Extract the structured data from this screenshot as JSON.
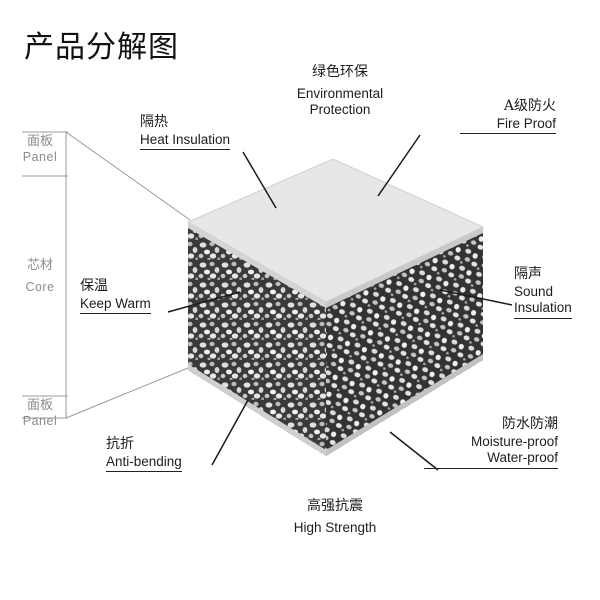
{
  "title": "产品分解图",
  "side_labels": {
    "panel_top": {
      "zh": "面板",
      "en": "Panel"
    },
    "core": {
      "zh": "芯材",
      "en": "Core"
    },
    "panel_bottom": {
      "zh": "面板",
      "en": "Panel"
    }
  },
  "features": {
    "environmental": {
      "zh": "绿色环保",
      "en_line1": "Environmental",
      "en_line2": "Protection"
    },
    "heat": {
      "zh": "隔热",
      "en": "Heat Insulation"
    },
    "fire": {
      "zh": "A级防火",
      "en": "Fire Proof"
    },
    "keep_warm": {
      "zh": "保温",
      "en": "Keep Warm"
    },
    "sound": {
      "zh": "隔声",
      "en_line1": "Sound",
      "en_line2": "Insulation"
    },
    "anti_bending": {
      "zh": "抗折",
      "en": "Anti-bending"
    },
    "moisture": {
      "zh": "防水防潮",
      "en_line1": "Moisture-proof",
      "en_line2": "Water-proof"
    },
    "strength": {
      "zh": "高强抗震",
      "en": "High Strength"
    }
  },
  "colors": {
    "panel_face": "#e7e7e7",
    "core_dark": "#3a3a3a",
    "pebble_light": "#d9d9d9",
    "guide_line": "#9a9a9a"
  }
}
